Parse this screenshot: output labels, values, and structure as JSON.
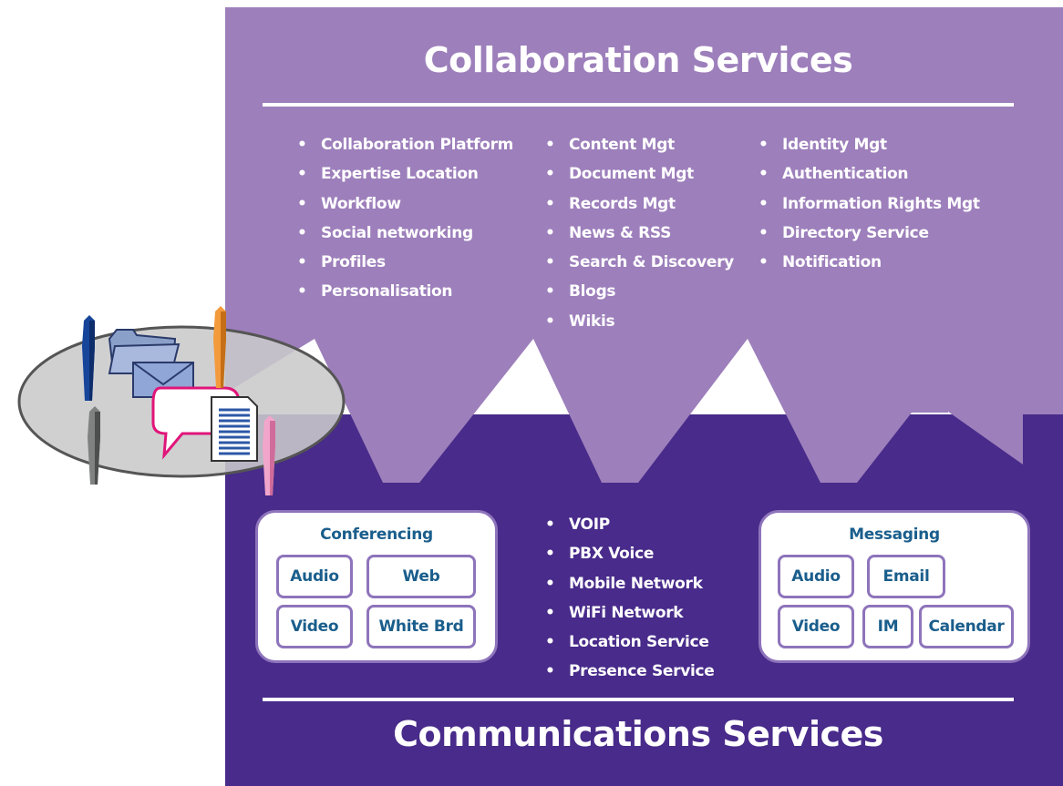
{
  "collaboration": {
    "title": "Collaboration Services",
    "col1": [
      "Collaboration Platform",
      "Expertise Location",
      "Workflow",
      "Social networking",
      "Profiles",
      "Personalisation"
    ],
    "col2": [
      "Content Mgt",
      "Document Mgt",
      "Records Mgt",
      "News & RSS",
      "Search & Discovery",
      "Blogs",
      "Wikis"
    ],
    "col3": [
      "Identity Mgt",
      "Authentication",
      "Information Rights Mgt",
      "Directory Service",
      "Notification"
    ]
  },
  "communications": {
    "title": "Communications Services",
    "network_services": [
      "VOIP",
      "PBX Voice",
      "Mobile Network",
      "WiFi Network",
      "Location Service",
      "Presence Service"
    ],
    "conferencing": {
      "title": "Conferencing",
      "items": [
        "Audio",
        "Web",
        "Video",
        "White Brd"
      ]
    },
    "messaging": {
      "title": "Messaging",
      "items": [
        "Audio",
        "Email",
        "Video",
        "IM",
        "Calendar"
      ]
    }
  },
  "colors": {
    "collaboration_bg": "#9d7fbb",
    "communications_bg": "#482b8a",
    "chip_border": "#8e74bb",
    "chip_text": "#1a5e8c",
    "table_fill": "#c9c9cb"
  },
  "icons": [
    "people-figure-icon",
    "folder-icon",
    "envelope-icon",
    "speech-bubble-icon",
    "document-icon"
  ]
}
